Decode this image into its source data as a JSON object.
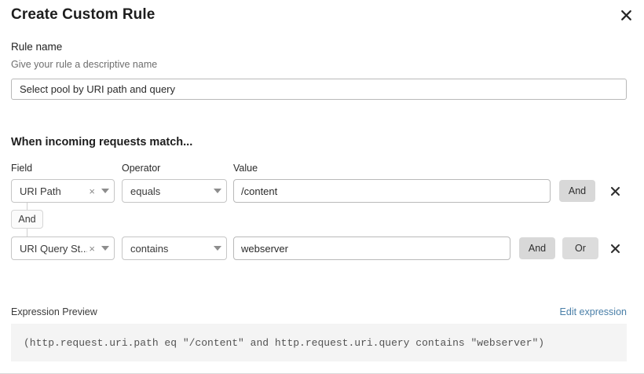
{
  "dialog": {
    "title": "Create Custom Rule",
    "close_icon": "close-icon"
  },
  "rule_name": {
    "label": "Rule name",
    "hint": "Give your rule a descriptive name",
    "value": "Select pool by URI path and query",
    "placeholder": ""
  },
  "match_section": {
    "heading": "When incoming requests match...",
    "columns": {
      "field": "Field",
      "operator": "Operator",
      "value": "Value"
    },
    "group_connector": "And",
    "rows": [
      {
        "field": "URI Path",
        "operator": "equals",
        "value": "/content",
        "clear_icon": "clear-icon",
        "caret_icon": "chevron-down-icon",
        "delete_icon": "delete-icon",
        "and_label": "And",
        "or_label": "Or",
        "has_or": false
      },
      {
        "field": "URI Query St...",
        "operator": "contains",
        "value": "webserver",
        "clear_icon": "clear-icon",
        "caret_icon": "chevron-down-icon",
        "delete_icon": "delete-icon",
        "and_label": "And",
        "or_label": "Or",
        "has_or": true
      }
    ]
  },
  "expression": {
    "label": "Expression Preview",
    "edit_link": "Edit expression",
    "text": "(http.request.uri.path eq \"/content\" and http.request.uri.query contains \"webserver\")"
  },
  "colors": {
    "link": "#4a7fa8",
    "logic_button": "#d8d8d8",
    "preview_bg": "#f4f4f4",
    "text": "#2b2b2b"
  }
}
